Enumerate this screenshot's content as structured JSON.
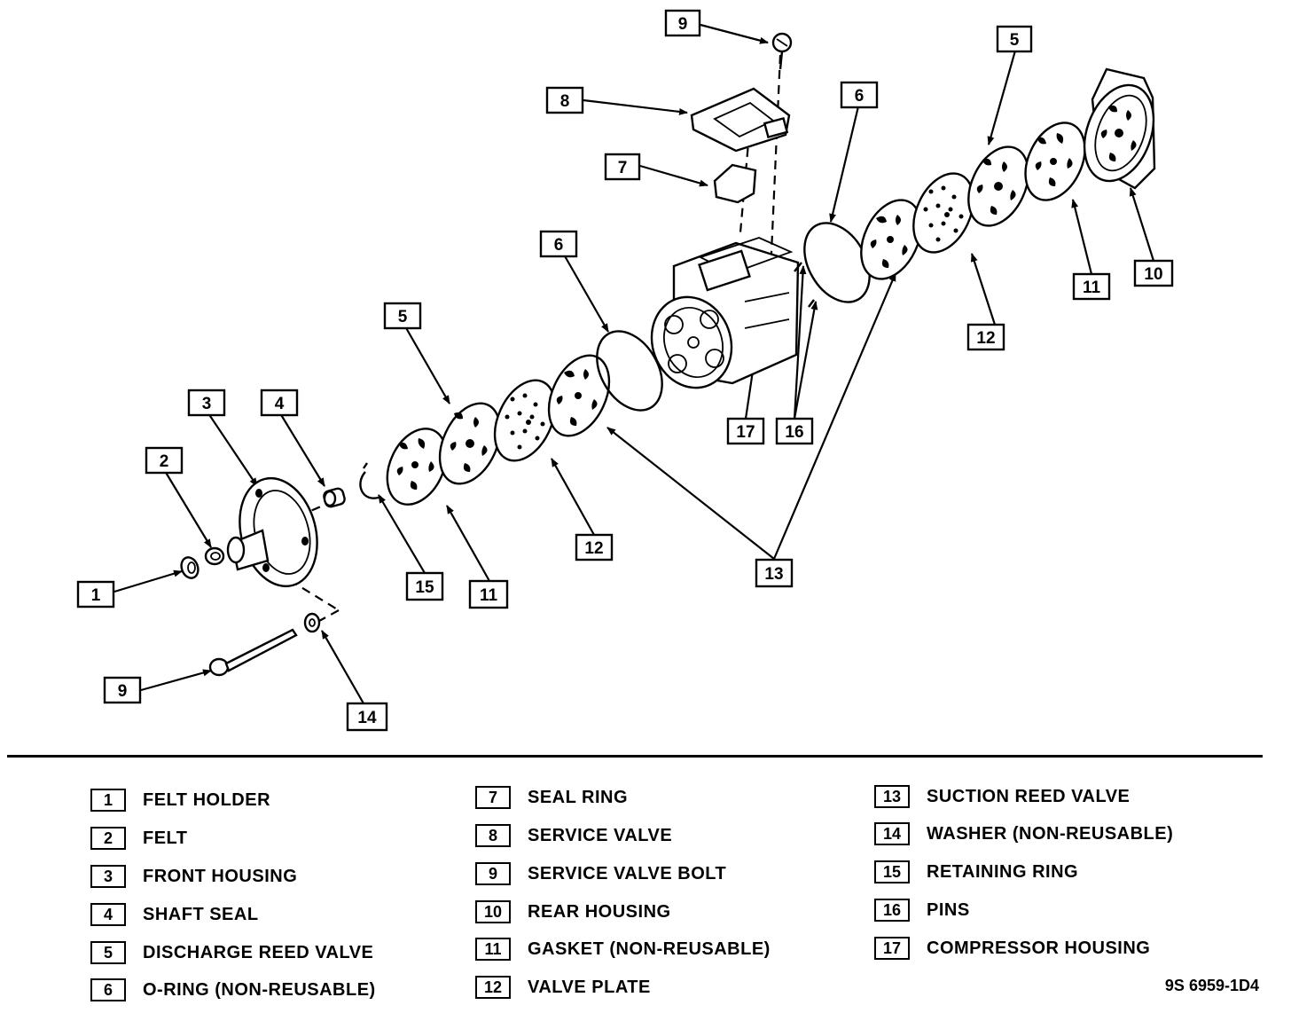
{
  "callouts": [
    "9",
    "8",
    "7",
    "6",
    "5",
    "6",
    "5",
    "3",
    "4",
    "2",
    "1",
    "9",
    "14",
    "15",
    "11",
    "12",
    "13",
    "17",
    "16",
    "12",
    "11",
    "10"
  ],
  "legend": [
    {
      "num": "1",
      "label": "FELT HOLDER"
    },
    {
      "num": "2",
      "label": "FELT"
    },
    {
      "num": "3",
      "label": "FRONT HOUSING"
    },
    {
      "num": "4",
      "label": "SHAFT SEAL"
    },
    {
      "num": "5",
      "label": "DISCHARGE REED VALVE"
    },
    {
      "num": "6",
      "label": "O-RING (NON-REUSABLE)"
    },
    {
      "num": "7",
      "label": "SEAL RING"
    },
    {
      "num": "8",
      "label": "SERVICE VALVE"
    },
    {
      "num": "9",
      "label": "SERVICE VALVE BOLT"
    },
    {
      "num": "10",
      "label": "REAR HOUSING"
    },
    {
      "num": "11",
      "label": "GASKET (NON-REUSABLE)"
    },
    {
      "num": "12",
      "label": "VALVE PLATE"
    },
    {
      "num": "13",
      "label": "SUCTION REED VALVE"
    },
    {
      "num": "14",
      "label": "WASHER (NON-REUSABLE)"
    },
    {
      "num": "15",
      "label": "RETAINING RING"
    },
    {
      "num": "16",
      "label": "PINS"
    },
    {
      "num": "17",
      "label": "COMPRESSOR HOUSING"
    }
  ],
  "figure_id": "9S 6959-1D4"
}
